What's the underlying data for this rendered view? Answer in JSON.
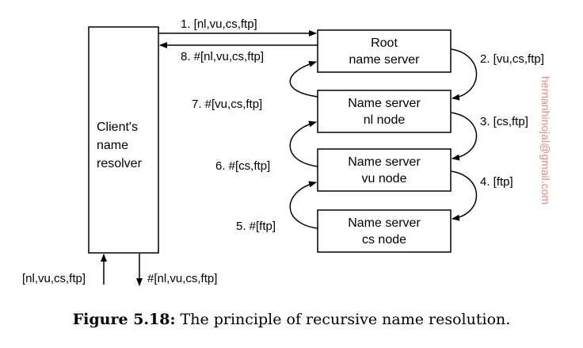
{
  "client": {
    "lines": [
      "Client's",
      "name",
      "resolver"
    ]
  },
  "servers": [
    {
      "lines": [
        "Root",
        "name server"
      ]
    },
    {
      "lines": [
        "Name server",
        "nl node"
      ]
    },
    {
      "lines": [
        "Name server",
        "vu node"
      ]
    },
    {
      "lines": [
        "Name server",
        "cs node"
      ]
    }
  ],
  "labels": {
    "step1": "1. [nl,vu,cs,ftp]",
    "step8": "8. #[nl,vu,cs,ftp]",
    "step2": "2. [vu,cs,ftp]",
    "step7": "7. #[vu,cs,ftp]",
    "step3": "3. [cs,ftp]",
    "step6": "6. #[cs,ftp]",
    "step4": "4. [ftp]",
    "step5": "5. #[ftp]",
    "input": "[nl,vu,cs,ftp]",
    "output": "#[nl,vu,cs,ftp]"
  },
  "watermark": "hernanhinojal@gmail.com",
  "caption": {
    "bold": "Figure 5.18:",
    "text": " The principle of recursive name resolution."
  }
}
